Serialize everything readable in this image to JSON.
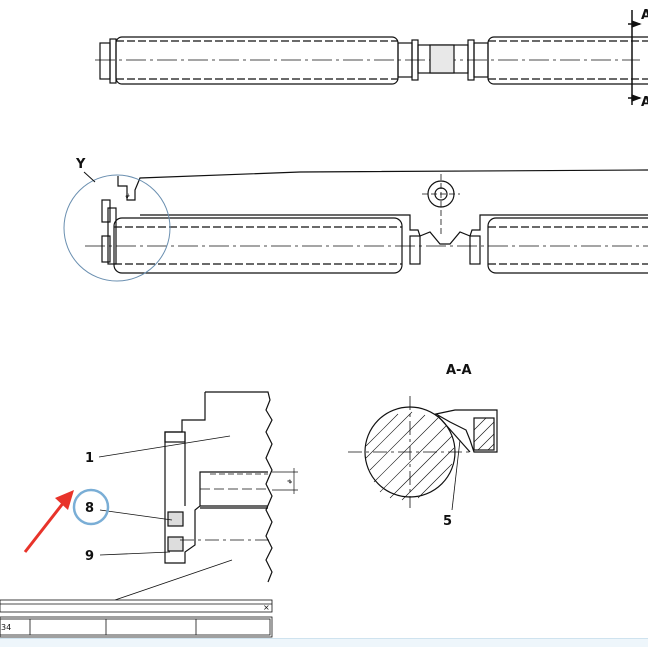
{
  "view_labels": {
    "detail": "Y",
    "section": "A-A",
    "section_marker_top": "A",
    "section_marker_bottom": "A"
  },
  "callouts": {
    "part_1": "1",
    "part_8": "8",
    "part_9": "9",
    "part_5": "5"
  },
  "dimension_text": "#",
  "detail_dim_text": "#",
  "title_block": {
    "close_glyph": "×",
    "first_cell": "34"
  },
  "colors": {
    "line": "#111111",
    "highlight_circle": "#7aaed6",
    "arrow": "#e8332a",
    "detail_circle": "#6a8fb0"
  }
}
